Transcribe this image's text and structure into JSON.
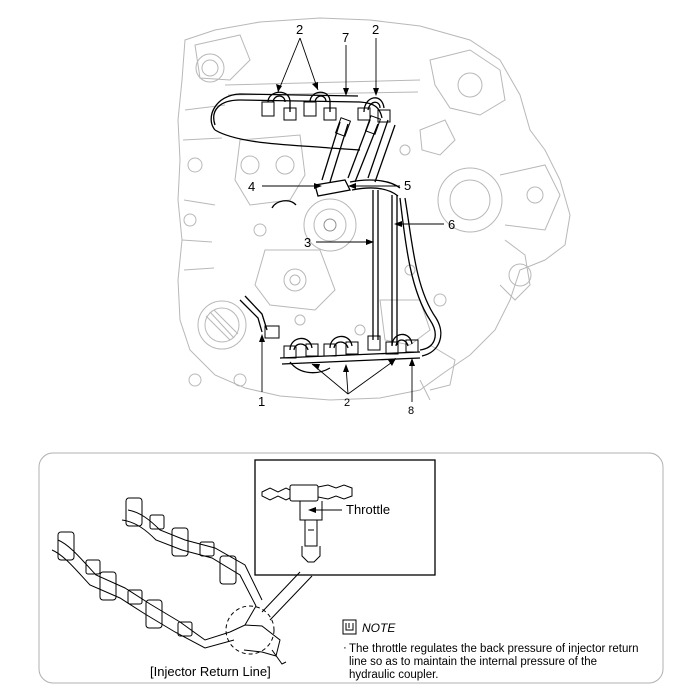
{
  "callouts": {
    "c1": "1",
    "c2_top_left": "2",
    "c2_top_right": "2",
    "c2_bottom": "2",
    "c3": "3",
    "c4": "4",
    "c5": "5",
    "c6": "6",
    "c7": "7",
    "c8": "8"
  },
  "detail": {
    "inset_label": "Throttle",
    "caption": "[Injector Return Line]"
  },
  "note": {
    "title": "NOTE",
    "bullet": "·",
    "lines": [
      "The throttle regulates the back pressure of injector return",
      "line so as to maintain the internal pressure of the",
      "hydraulic coupler."
    ]
  }
}
